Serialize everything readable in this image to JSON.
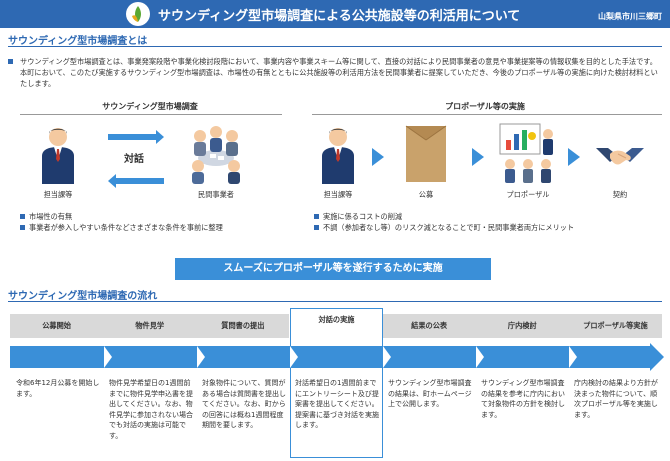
{
  "header": {
    "title": "サウンディング型市場調査による公共施設等の利活用について",
    "org": "山梨県市川三郷町",
    "logo_icon": "town-emblem-icon"
  },
  "section1": {
    "title": "サウンディング型市場調査とは",
    "description": "サウンディング型市場調査とは、事業発案段階や事業化検討段階において、事業内容や事業スキーム等に関して、直接の対話により民間事業者の意見や事業提案等の情報収集を目的とした手法です。本町において、このたび実施するサウンディング型市場調査は、市場性の有無とともに公共施設等の利活用方法を民間事業者に提案していただき、今後のプロポーザル等の実施に向けた検討材料といたします。",
    "left": {
      "heading": "サウンディング型市場調査",
      "left_caption": "担当課等",
      "right_caption": "民間事業者",
      "dialogue_label": "対話",
      "bullets": [
        "市場性の有無",
        "事業者が参入しやすい条件などさまざまな条件を事前に整理"
      ]
    },
    "right": {
      "heading": "プロポーザル等の実施",
      "captions": [
        "担当課等",
        "公募",
        "プロポーザル",
        "契約"
      ],
      "bullets": [
        "実施に係るコストの削減",
        "不調（参加者なし等）のリスク減となることで町・民間事業者両方にメリット"
      ]
    }
  },
  "banner": "スムーズにプロポーザル等を遂行するために実施",
  "section2": {
    "title": "サウンディング型市場調査の流れ",
    "steps": [
      {
        "label": "公募開始",
        "text": "令和6年12月公募を開始します。"
      },
      {
        "label": "物件見学",
        "text": "物件見学希望日の1週間前までに物件見学申込書を提出してください。なお、物件見学に参加されない場合でも対話の実施は可能です。"
      },
      {
        "label": "質問書の提出",
        "text": "対象物件について、質問がある場合は質問書を提出してください。なお、町からの回答には概ね1週間程度期間を要します。"
      },
      {
        "label": "対話の実施",
        "text": "対話希望日の1週間前までにエントリーシート及び提案書を提出してください。提案書に基づき対話を実施します。"
      },
      {
        "label": "結果の公表",
        "text": "サウンディング型市場調査の結果は、町ホームページ上で公開します。"
      },
      {
        "label": "庁内検討",
        "text": "サウンディング型市場調査の結果を参考に庁内において対象物件の方針を検討します。"
      },
      {
        "label": "プロポーザル等実施",
        "text": "庁内検討の結果より方針が決まった物件について、順次プロポーザル等を実施します。"
      }
    ],
    "active_step": 3
  },
  "colors": {
    "header_bg": "#2e69b3",
    "accent": "#3a8fd8",
    "step_bg": "#d9d9d9"
  }
}
